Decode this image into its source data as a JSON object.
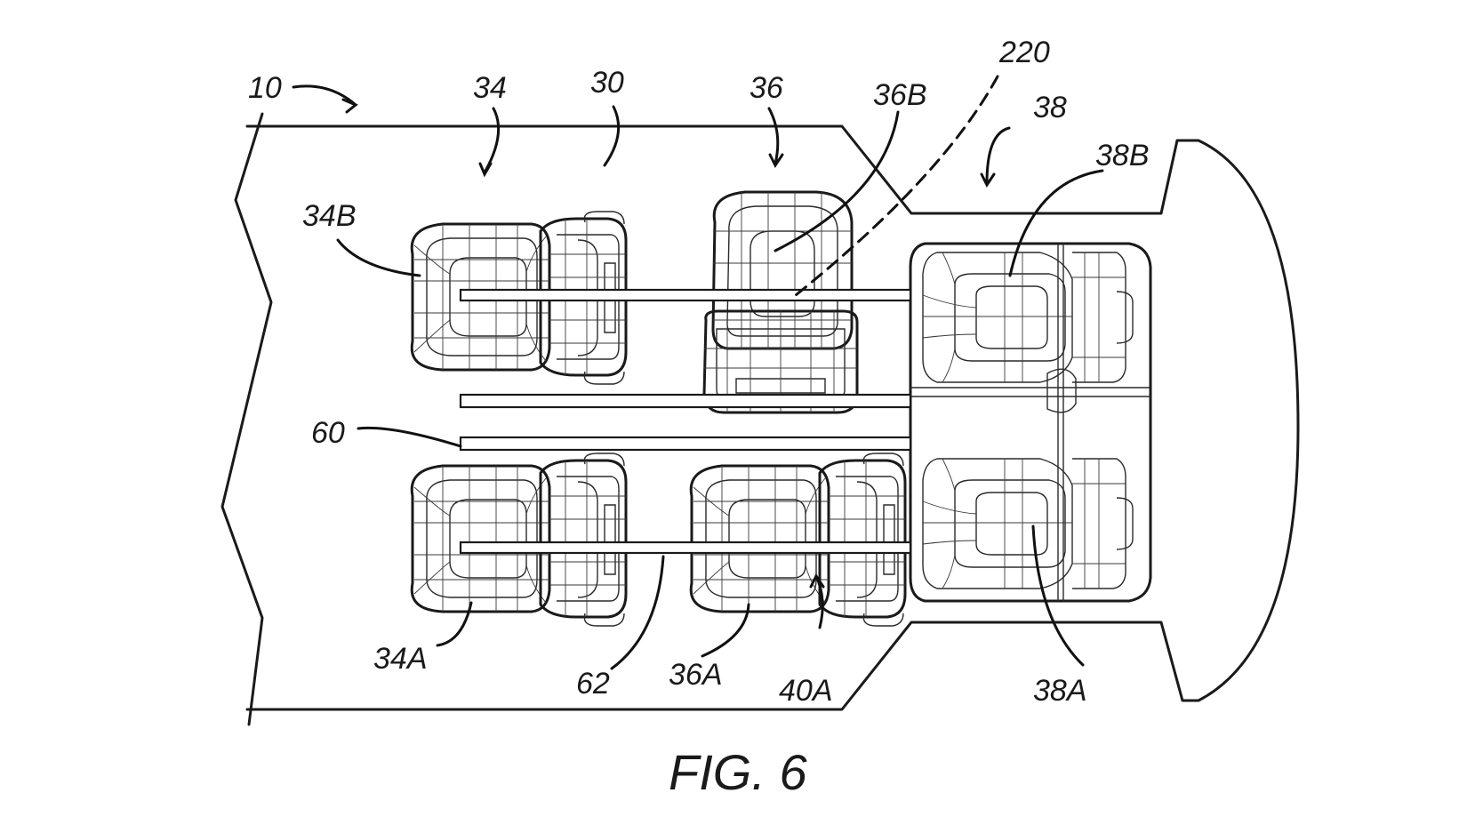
{
  "figure": {
    "caption": "FIG. 6"
  },
  "labels": {
    "l10": "10",
    "l34": "34",
    "l30": "30",
    "l36": "36",
    "l36B": "36B",
    "l220": "220",
    "l38": "38",
    "l38B": "38B",
    "l34B": "34B",
    "l60": "60",
    "l34A": "34A",
    "l62": "62",
    "l36A": "36A",
    "l40A": "40A",
    "l38A": "38A"
  }
}
